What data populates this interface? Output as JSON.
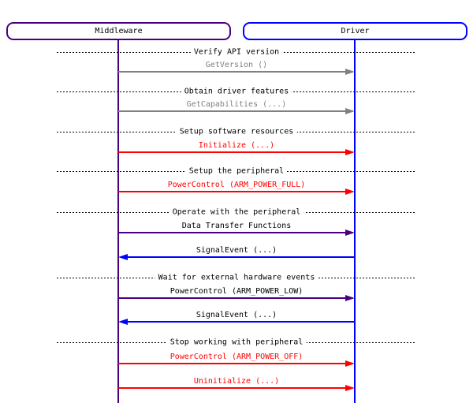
{
  "entities": [
    {
      "label": "Middleware",
      "color": "#4B0082"
    },
    {
      "label": "Driver",
      "color": "#0000FF"
    }
  ],
  "dividers": [
    {
      "label": "Verify API version"
    },
    {
      "label": "Obtain driver features"
    },
    {
      "label": "Setup software resources"
    },
    {
      "label": "Setup the peripheral"
    },
    {
      "label": "Operate with the peripheral"
    },
    {
      "label": "Wait for external hardware events"
    },
    {
      "label": "Stop working with peripheral"
    }
  ],
  "messages": [
    {
      "label": "GetVersion ()",
      "from": "Middleware",
      "to": "Driver",
      "direction": "right",
      "arrow_color": "#808080",
      "label_color": "#808080"
    },
    {
      "label": "GetCapabilities (...)",
      "from": "Middleware",
      "to": "Driver",
      "direction": "right",
      "arrow_color": "#808080",
      "label_color": "#808080"
    },
    {
      "label": "Initialize (...)",
      "from": "Middleware",
      "to": "Driver",
      "direction": "right",
      "arrow_color": "#FF0000",
      "label_color": "#FF0000"
    },
    {
      "label": "PowerControl (ARM_POWER_FULL)",
      "from": "Middleware",
      "to": "Driver",
      "direction": "right",
      "arrow_color": "#FF0000",
      "label_color": "#FF0000"
    },
    {
      "label": "Data Transfer Functions",
      "from": "Middleware",
      "to": "Driver",
      "direction": "right",
      "arrow_color": "#4B0082",
      "label_color": "#000000"
    },
    {
      "label": "SignalEvent (...)",
      "from": "Driver",
      "to": "Middleware",
      "direction": "left",
      "arrow_color": "#0000FF",
      "label_color": "#000000"
    },
    {
      "label": "PowerControl (ARM_POWER_LOW)",
      "from": "Middleware",
      "to": "Driver",
      "direction": "right",
      "arrow_color": "#4B0082",
      "label_color": "#000000"
    },
    {
      "label": "SignalEvent (...)",
      "from": "Driver",
      "to": "Middleware",
      "direction": "left",
      "arrow_color": "#0000FF",
      "label_color": "#000000"
    },
    {
      "label": "PowerControl (ARM_POWER_OFF)",
      "from": "Middleware",
      "to": "Driver",
      "direction": "right",
      "arrow_color": "#FF0000",
      "label_color": "#FF0000"
    },
    {
      "label": "Uninitialize (...)",
      "from": "Middleware",
      "to": "Driver",
      "direction": "right",
      "arrow_color": "#FF0000",
      "label_color": "#FF0000"
    }
  ]
}
